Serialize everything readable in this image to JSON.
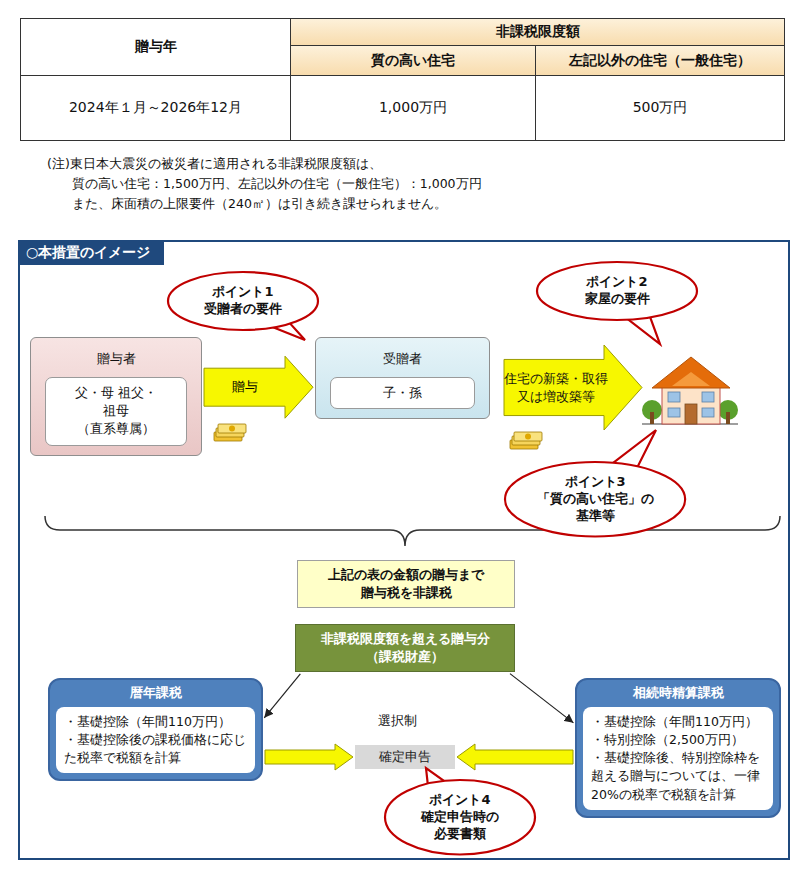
{
  "diagram": {
    "nodes": [
      {
        "text": [
          "○本措置のイメージ"
        ]
      },
      {
        "text": [
          "ポイント1",
          "受贈者の要件"
        ],
        "in": 0
      },
      {
        "text": [
          "ポイント2",
          "家屋の要件"
        ],
        "in": 0
      },
      {
        "text": [
          "贈与者"
        ],
        "in": 0
      },
      {
        "text": [
          "父・母 祖父・祖母 （直系尊属）"
        ],
        "in": 3
      },
      {
        "text": [
          "受贈者"
        ],
        "in": 0
      },
      {
        "text": [
          "子・孫"
        ],
        "in": 5
      },
      {
        "text": [
          "住宅の新築・取得又は増改築等"
        ],
        "in": 0
      },
      {
        "text": [
          "ポイント3",
          "「質の高い住宅」の 基準等"
        ],
        "in": 0
      },
      {
        "text": [
          "上記の表の金額の贈与まで 贈与税を非課税"
        ],
        "in": 0
      },
      {
        "text": [
          "非課税限度額を超える贈与分 （課税財産）"
        ],
        "in": 0
      },
      {
        "text": [
          "暦年課税",
          "・基礎控除（年間110万円）",
          "・基礎控除後の課税価格に応じた税率で税額を計算"
        ],
        "in": 0
      },
      {
        "text": [
          "確定申告"
        ],
        "in": 0
      },
      {
        "text": [
          "相続時精算課税",
          "・基礎控除（年間110万円）",
          "・特別控除（2,500万円）",
          "・基礎控除後、特別控除枠を超える贈与については、一律20%の税率で税額を計算"
        ],
        "in": 0
      },
      {
        "text": [
          "ポイント4",
          "確定申告時の 必要書類"
        ],
        "in": 0
      }
    ],
    "edges": [
      {
        "from": 3,
        "to": 5,
        "arrow": "to",
        "label": "贈与"
      },
      {
        "from": 10,
        "to": 11,
        "arrow": "to"
      },
      {
        "from": 10,
        "to": 13,
        "arrow": "to"
      },
      {
        "from": 11,
        "to": 12,
        "arrow": "to"
      },
      {
        "from": 13,
        "to": 12,
        "arrow": "to"
      }
    ],
    "labels": [
      "贈与年",
      "非課税限度額",
      "質の高い住宅",
      "左記以外の住宅（一般住宅）",
      "2024年１月～2026年12月",
      "1,000万円",
      "500万円",
      "(注)東日本大震災の被災者に適用される非課税限度額は、",
      "質の高い住宅：1,500万円、左記以外の住宅（一般住宅）：1,000万円",
      "また、床面積の上限要件（240㎡）は引き続き課せられません。",
      "選択制"
    ]
  }
}
